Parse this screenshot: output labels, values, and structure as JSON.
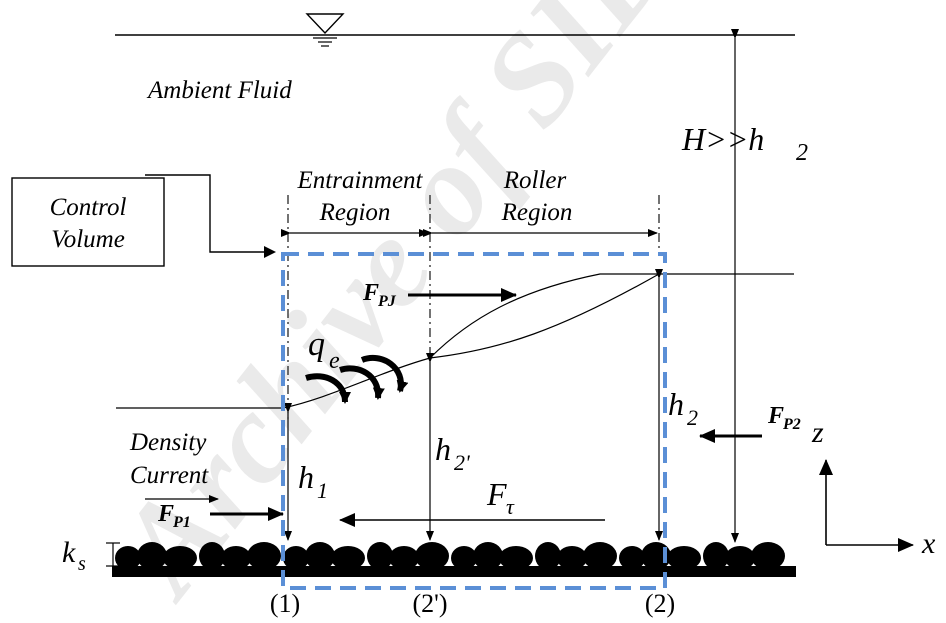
{
  "labels": {
    "ambient_fluid": "Ambient Fluid",
    "h_condition": "H>>h",
    "h_condition_sub": "2",
    "control_volume_line1": "Control",
    "control_volume_line2": "Volume",
    "entrainment_line1": "Entrainment",
    "entrainment_line2": "Region",
    "roller_line1": "Roller",
    "roller_line2": "Region",
    "fpj": "F",
    "fpj_sub": "PJ",
    "qe": "q",
    "qe_sub": "e",
    "h1": "h",
    "h1_sub": "1",
    "h2": "h",
    "h2_sub": "2",
    "h2p": "h",
    "h2p_sub": "2'",
    "fp2": "F",
    "fp2_sub": "P2",
    "fp1": "F",
    "fp1_sub": "P1",
    "density_line1": "Density",
    "density_line2": "Current",
    "ftau": "F",
    "ftau_sub": "τ",
    "z_axis": "z",
    "x_axis": "x",
    "ks": "k",
    "ks_sub": "s",
    "section_1": "(1)",
    "section_2p": "(2')",
    "section_2": "(2)"
  },
  "watermark": "Archive of SID",
  "colors": {
    "control_volume_dash": "#5b8fd6",
    "ink": "#000000",
    "watermark": "#d9d9d9"
  }
}
